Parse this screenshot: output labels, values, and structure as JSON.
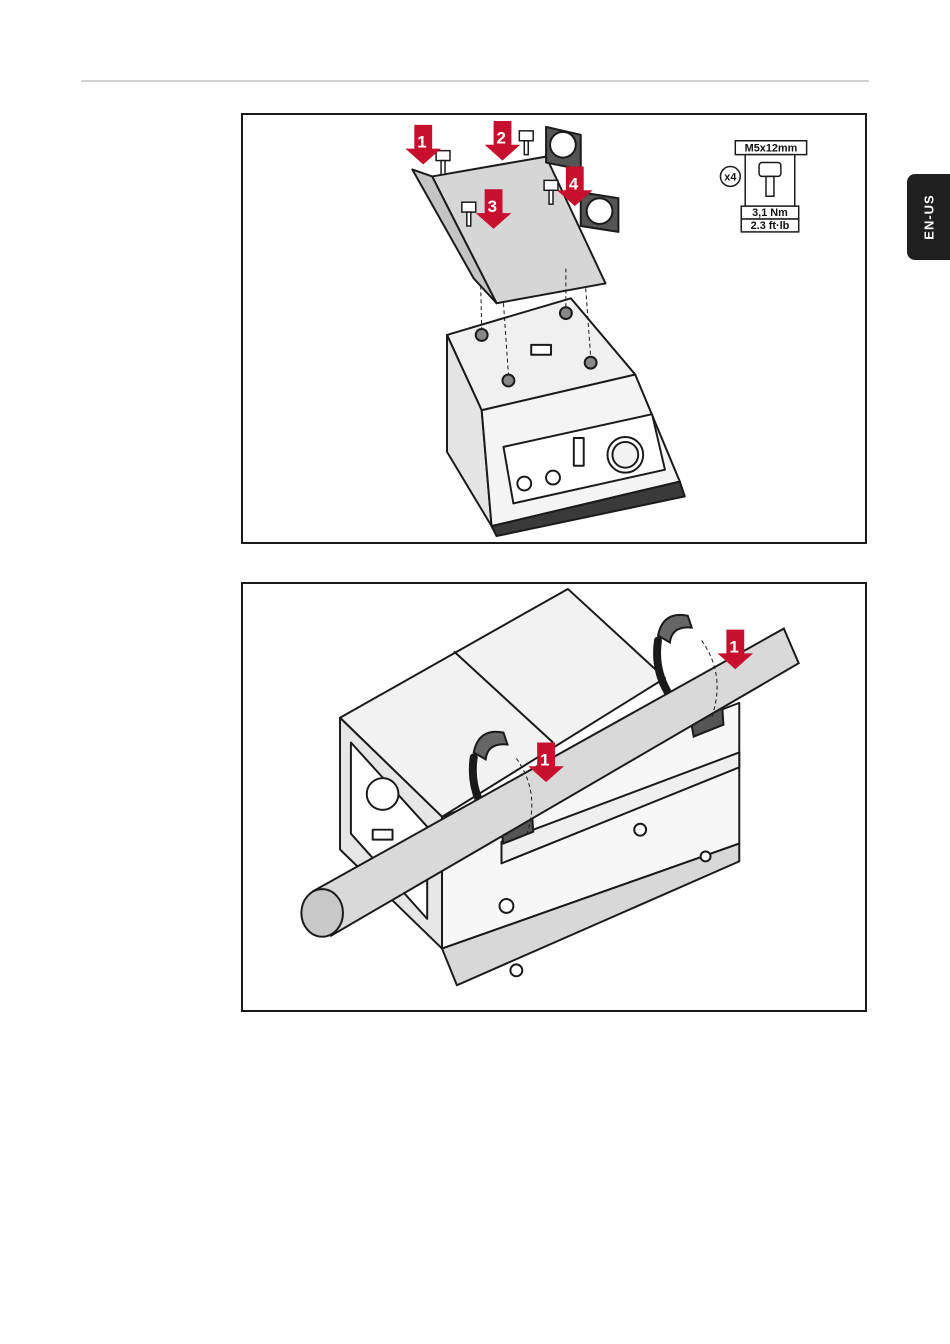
{
  "language_tab": "EN-US",
  "figure_1": {
    "spec_box": {
      "screw_size": "M5x12mm",
      "quantity": "x4",
      "torque_metric": "3,1 Nm",
      "torque_imperial": "2.3 ft·lb"
    },
    "step_labels": [
      "1",
      "2",
      "3",
      "4"
    ]
  },
  "figure_2": {
    "step_labels": [
      "1",
      "1"
    ]
  },
  "colors": {
    "accent_red": "#c8102e",
    "tab_background": "#1f1f1f",
    "part_gray": "#d6d6d6",
    "outline": "#1a1a1a"
  }
}
